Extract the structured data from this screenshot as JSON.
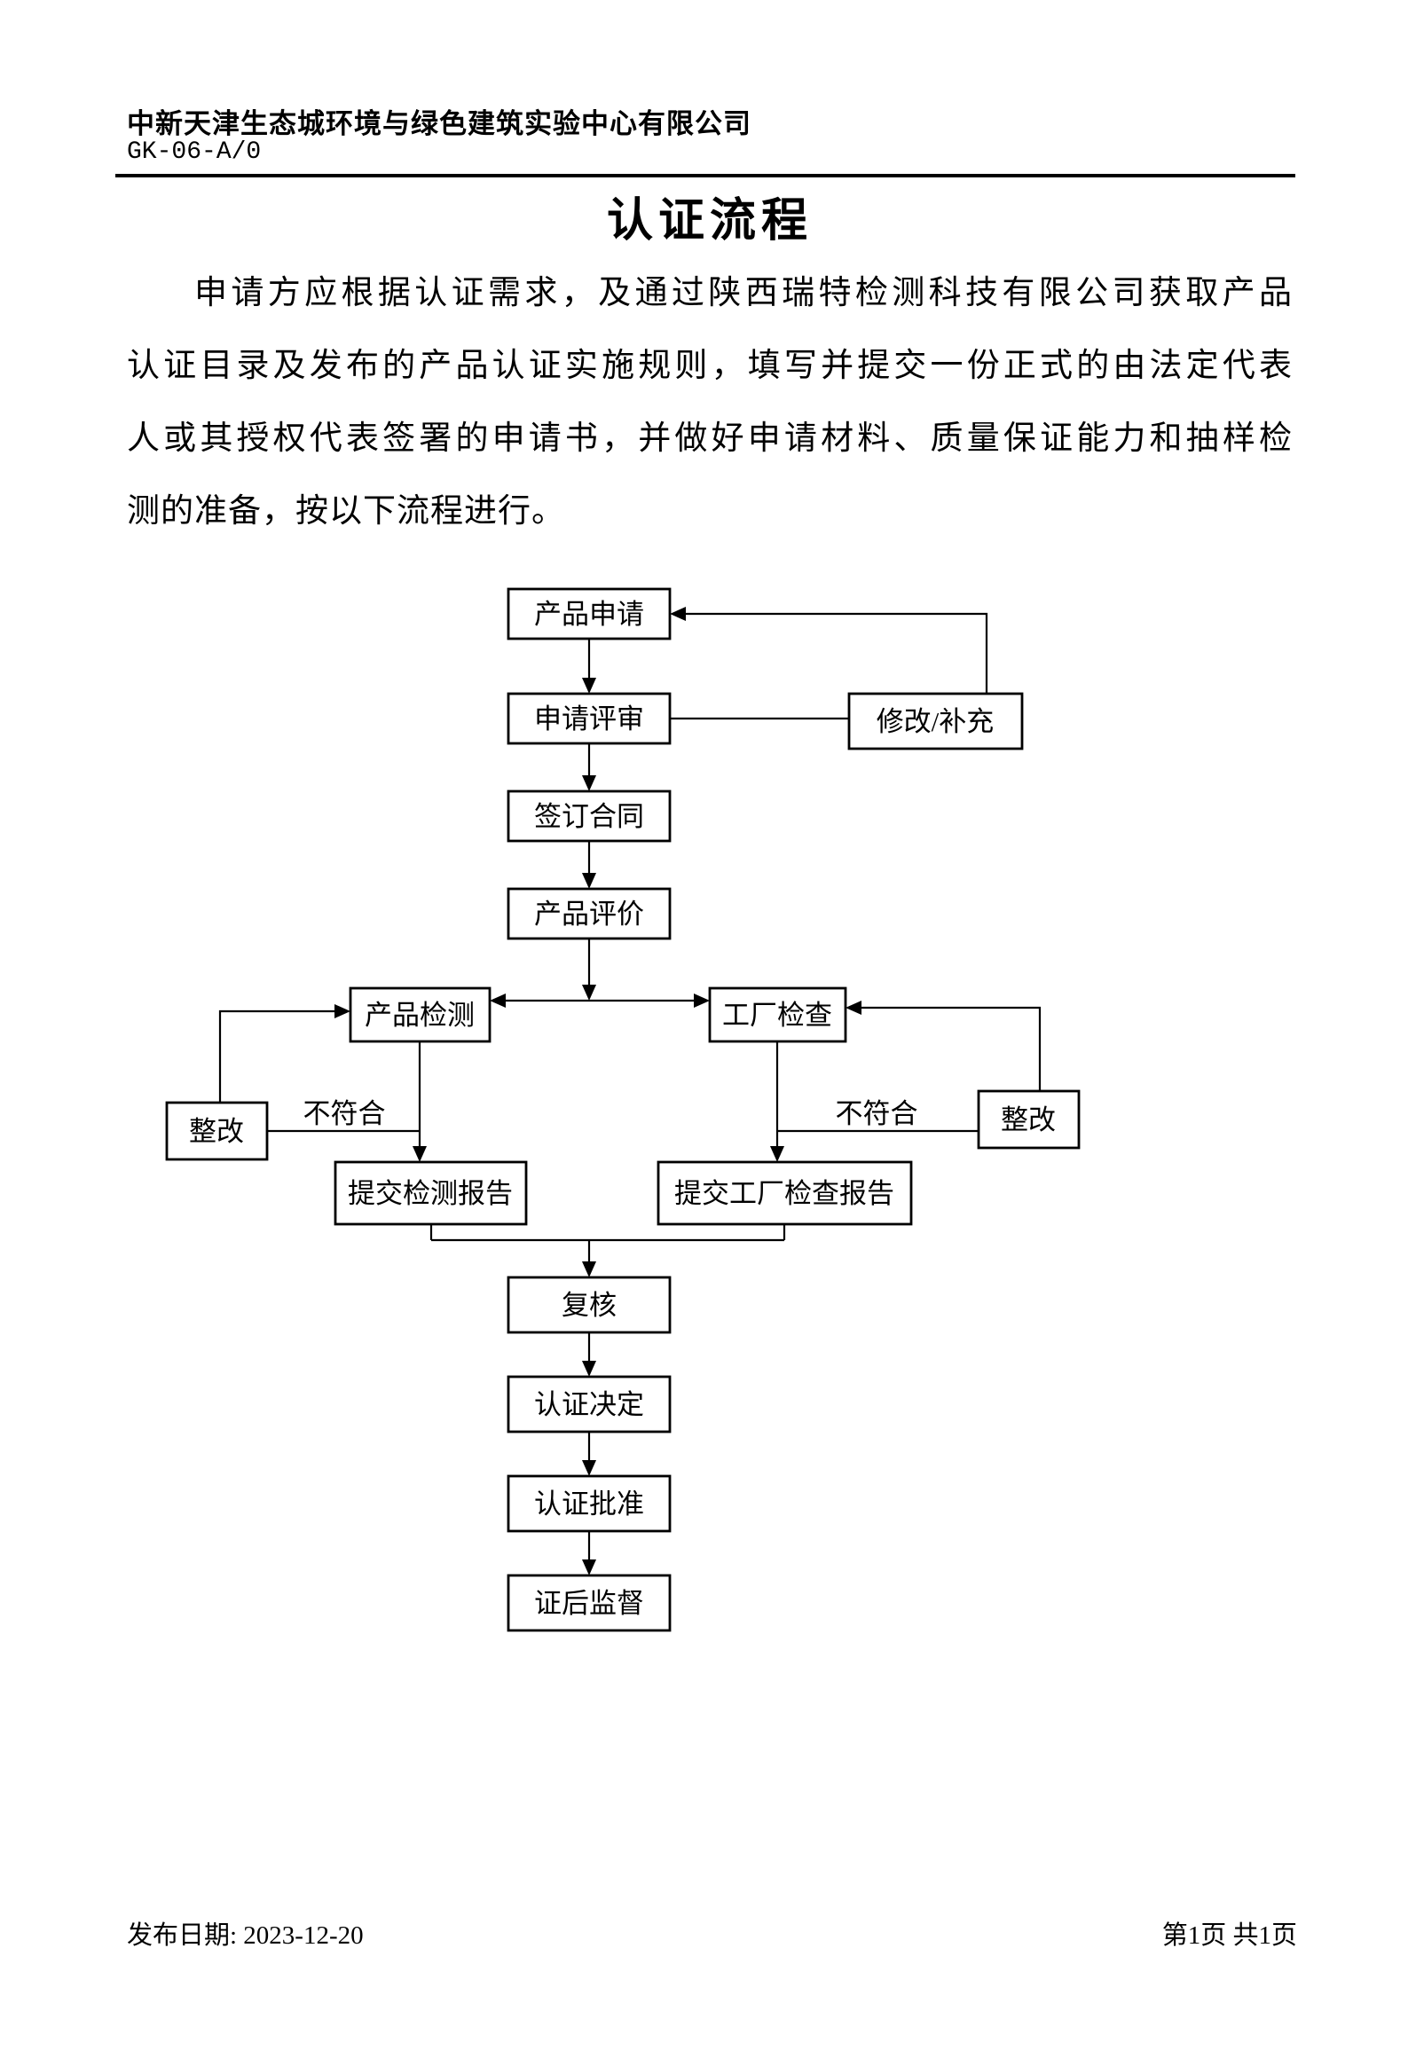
{
  "header": {
    "company": "中新天津生态城环境与绿色建筑实验中心有限公司",
    "doc_code": "GK-06-A/0"
  },
  "title": "认证流程",
  "paragraph": {
    "lines": [
      "申请方应根据认证需求，及通过陕西瑞特检测科技有限公司获取产品",
      "认证目录及发布的产品认证实施规则，填写并提交一份正式的由法定代表",
      "人或其授权代表签署的申请书，并做好申请材料、质量保证能力和抽样检",
      "测的准备，按以下流程进行。"
    ]
  },
  "flowchart": {
    "line_color": "#000000",
    "box_fill": "#ffffff",
    "nodes": {
      "product_application": {
        "label": "产品申请"
      },
      "application_review": {
        "label": "申请评审"
      },
      "modify_supplement": {
        "label": "修改/补充"
      },
      "sign_contract": {
        "label": "签订合同"
      },
      "product_evaluation": {
        "label": "产品评价"
      },
      "product_testing": {
        "label": "产品检测"
      },
      "factory_inspection": {
        "label": "工厂检查"
      },
      "rectification_left": {
        "label": "整改"
      },
      "rectification_right": {
        "label": "整改"
      },
      "nonconform_left": {
        "label": "不符合"
      },
      "nonconform_right": {
        "label": "不符合"
      },
      "submit_test_report": {
        "label": "提交检测报告"
      },
      "submit_factory_report": {
        "label": "提交工厂检查报告"
      },
      "recheck": {
        "label": "复核"
      },
      "cert_decision": {
        "label": "认证决定"
      },
      "cert_approval": {
        "label": "认证批准"
      },
      "post_cert_supervision": {
        "label": "证后监督"
      }
    }
  },
  "footer": {
    "release_date": "发布日期: 2023-12-20",
    "page_info": "第1页 共1页"
  }
}
